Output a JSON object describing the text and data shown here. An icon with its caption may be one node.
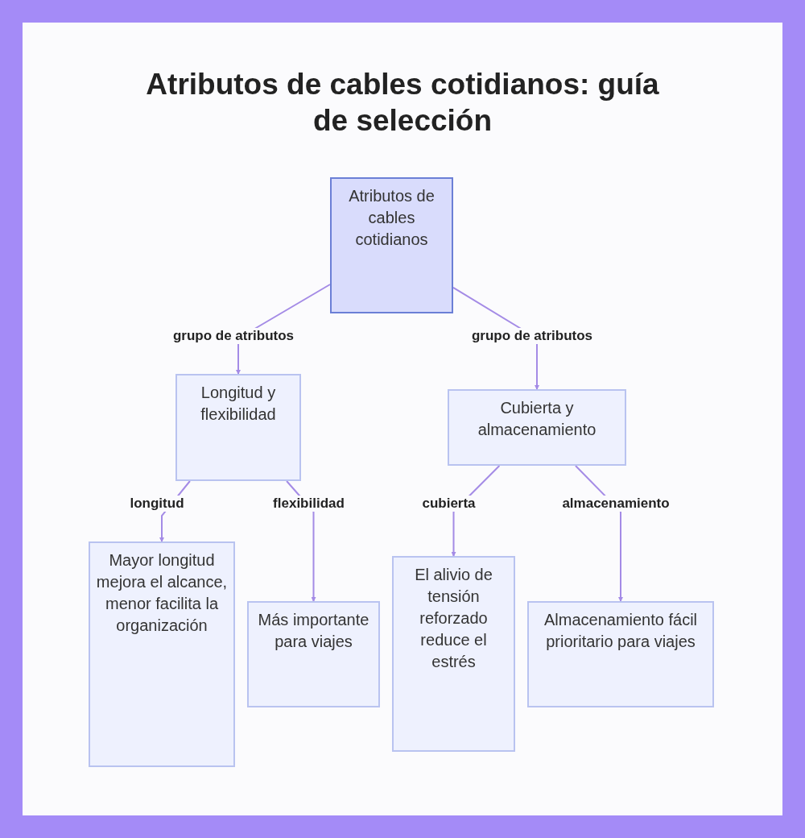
{
  "diagram": {
    "title": "Atributos de cables cotidianos: guía de selección",
    "nodes": [
      {
        "text": [
          "Atributos de cables cotidianos"
        ]
      },
      {
        "text": [
          "Longitud y flexibilidad"
        ]
      },
      {
        "text": [
          "Cubierta y almacenamiento"
        ]
      },
      {
        "text": [
          "Mayor longitud mejora el alcance, menor facilita la organización"
        ]
      },
      {
        "text": [
          "Más importante para viajes"
        ]
      },
      {
        "text": [
          "El alivio de tensión reforzado reduce el estrés"
        ]
      },
      {
        "text": [
          "Almacenamiento fácil prioritario para viajes"
        ]
      }
    ],
    "edges": [
      {
        "from": 0,
        "to": 1,
        "arrow": "to",
        "label": "grupo de atributos"
      },
      {
        "from": 0,
        "to": 2,
        "arrow": "to",
        "label": "grupo de atributos"
      },
      {
        "from": 1,
        "to": 3,
        "arrow": "to",
        "label": "longitud"
      },
      {
        "from": 1,
        "to": 4,
        "arrow": "to",
        "label": "flexibilidad"
      },
      {
        "from": 2,
        "to": 5,
        "arrow": "to",
        "label": "cubierta"
      },
      {
        "from": 2,
        "to": 6,
        "arrow": "to",
        "label": "almacenamiento"
      }
    ]
  }
}
